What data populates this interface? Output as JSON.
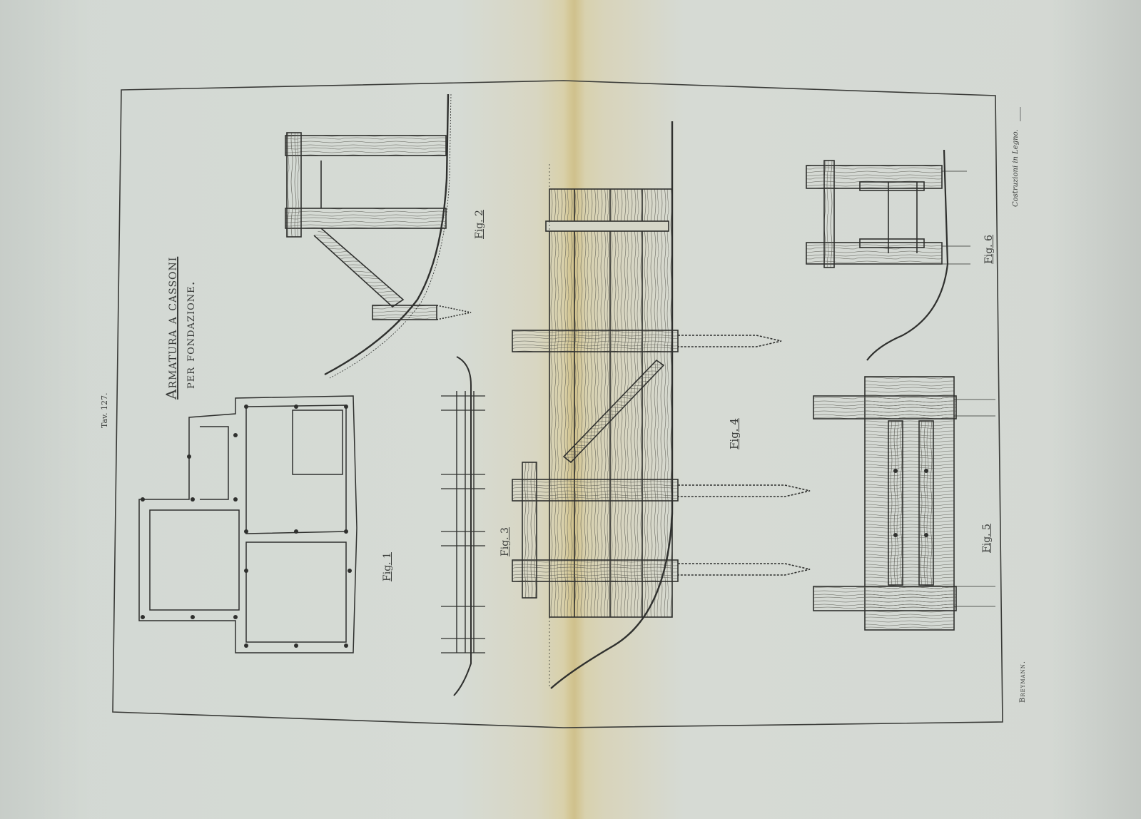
{
  "plate": {
    "number": "Tav. 127.",
    "author": "Breymann.",
    "subject": "Costruzioni in Legno."
  },
  "title": {
    "line1": "Armatura a cassoni",
    "line2": "per fondazione."
  },
  "figures": {
    "fig1": "Fig. 1",
    "fig2": "Fig. 2",
    "fig3": "Fig. 3",
    "fig4": "Fig. 4",
    "fig5": "Fig. 5",
    "fig6": "Fig. 6"
  },
  "colors": {
    "paper": "#d4d9d4",
    "ink": "#2f302e",
    "stain": "#d9cfa4"
  }
}
